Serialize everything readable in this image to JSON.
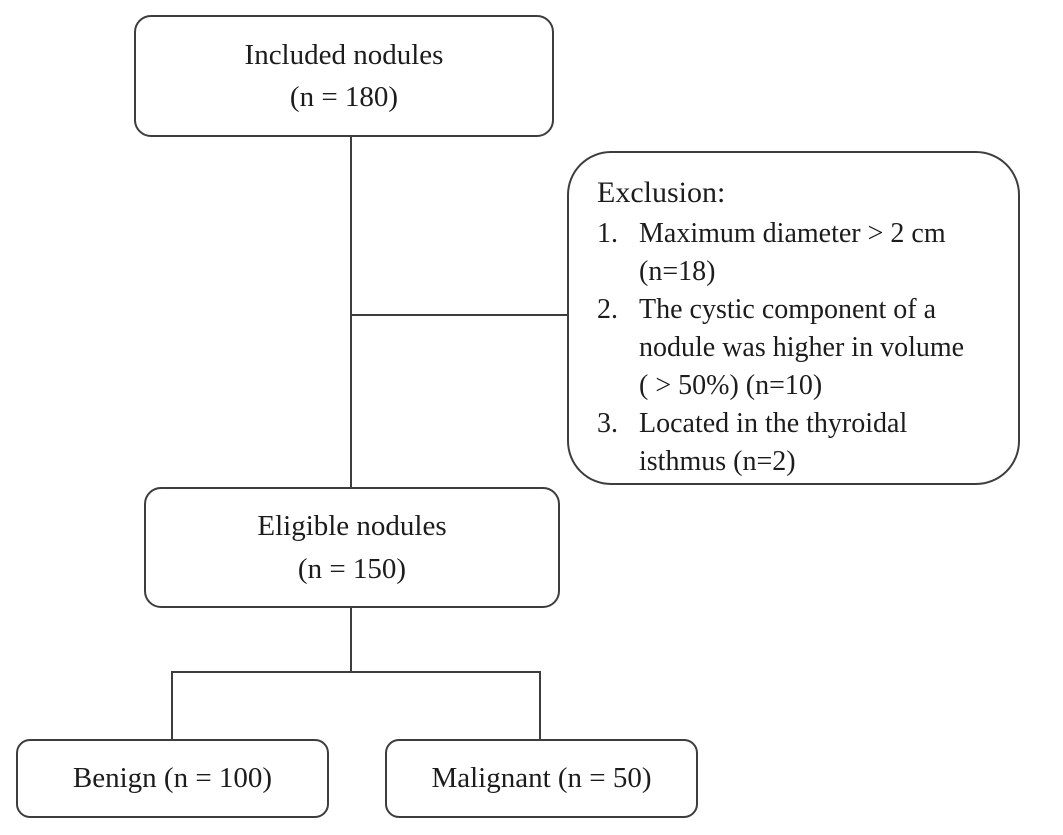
{
  "diagram": {
    "included_box": {
      "line1": "Included nodules",
      "line2": "(n = 180)"
    },
    "exclusion_box": {
      "title": "Exclusion:",
      "items": [
        {
          "number": "1.",
          "lines": [
            "Maximum diameter > 2 cm",
            "(n=18)"
          ]
        },
        {
          "number": "2.",
          "lines": [
            "The cystic component of a",
            "nodule was higher in volume",
            "( > 50%) (n=10)"
          ]
        },
        {
          "number": "3.",
          "lines": [
            "Located in the thyroidal",
            "isthmus (n=2)"
          ]
        }
      ]
    },
    "eligible_box": {
      "line1": "Eligible nodules",
      "line2": "(n = 150)"
    },
    "benign_box": {
      "label": "Benign (n = 100)"
    },
    "malignant_box": {
      "label": "Malignant (n = 50)"
    }
  },
  "colors": {
    "line": "#3d3d3d",
    "text": "#1c1c1c",
    "background": "#ffffff"
  }
}
